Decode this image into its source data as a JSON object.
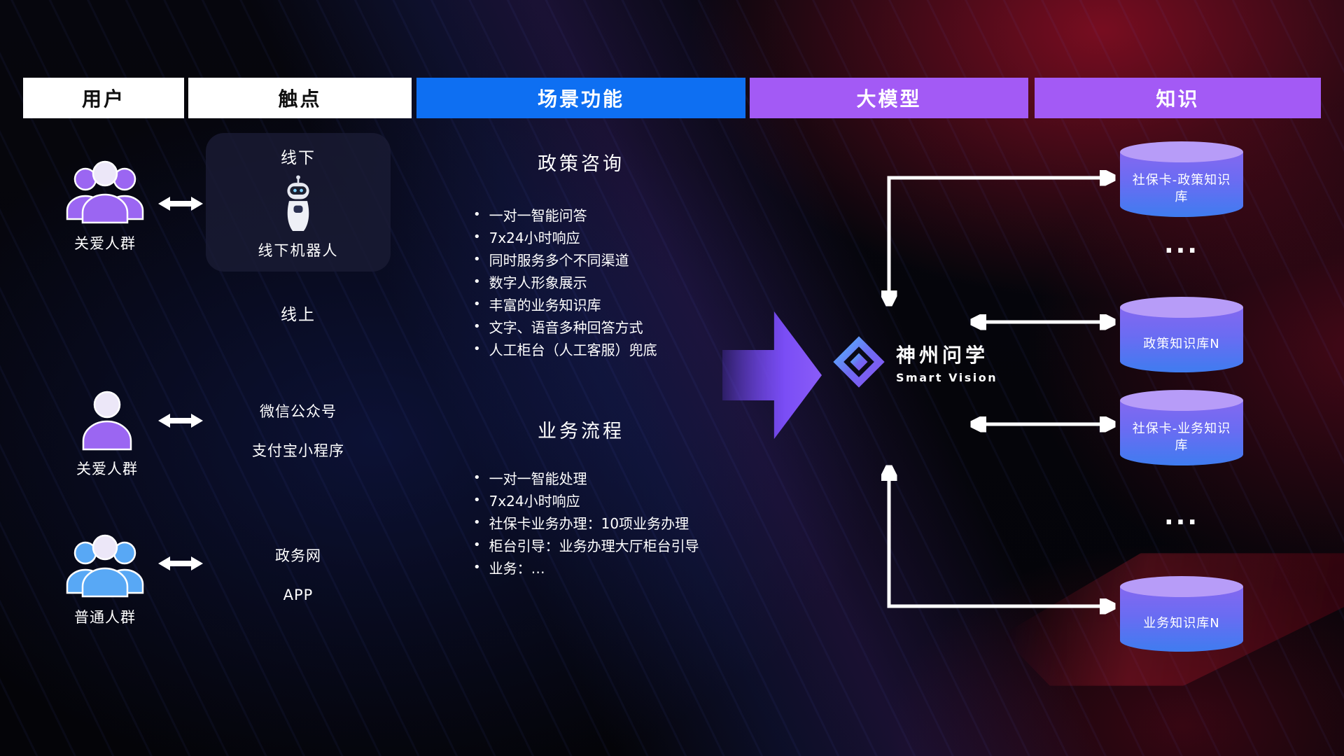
{
  "headers": [
    "用户",
    "触点",
    "场景功能",
    "大模型",
    "知识"
  ],
  "users": [
    {
      "label": "关爱人群"
    },
    {
      "label": "关爱人群"
    },
    {
      "label": "普通人群"
    }
  ],
  "touchpoints": {
    "offline": {
      "title": "线下",
      "device": "线下机器人"
    },
    "online": {
      "title": "线上",
      "channels": [
        "微信公众号",
        "支付宝小程序",
        "政务网",
        "APP"
      ]
    }
  },
  "scenarios": [
    {
      "title": "政策咨询",
      "items": [
        "一对一智能问答",
        "7x24小时响应",
        "同时服务多个不同渠道",
        "数字人形象展示",
        "丰富的业务知识库",
        "文字、语音多种回答方式",
        "人工柜台（人工客服）兜底"
      ]
    },
    {
      "title": "业务流程",
      "items": [
        "一对一智能处理",
        "7x24小时响应",
        "社保卡业务办理：10项业务办理",
        "柜台引导：业务办理大厅柜台引导",
        "业务：…"
      ]
    }
  ],
  "model": {
    "name": "神州问学",
    "subtitle": "Smart Vision"
  },
  "knowledge": {
    "items": [
      {
        "kind": "db",
        "label": "社保卡-政策知识库"
      },
      {
        "kind": "dots",
        "label": "..."
      },
      {
        "kind": "db",
        "label": "政策知识库N"
      },
      {
        "kind": "db",
        "label": "社保卡-业务知识库"
      },
      {
        "kind": "dots",
        "label": "..."
      },
      {
        "kind": "db",
        "label": "业务知识库N"
      }
    ]
  },
  "colors": {
    "blue": "#0e6ff2",
    "purple": "#a35af5",
    "person-purple": "#9b66f2",
    "person-blue": "#58a8f5",
    "db-top": "#b79cf8",
    "db-grad-top": "#8468f0",
    "db-grad-bottom": "#3f7cf0",
    "arrow-purple": "#7a4df5",
    "line-white": "#ffffff"
  }
}
